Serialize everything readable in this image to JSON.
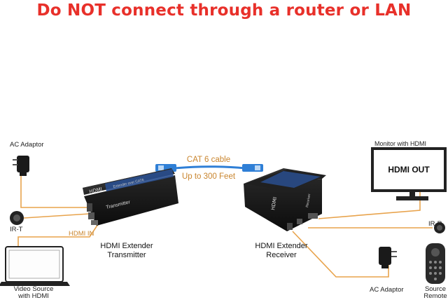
{
  "title": "Do NOT connect through a router or LAN",
  "labels": {
    "ac_adaptor_left": "AC  Adaptor",
    "ir_t": "IR-T",
    "hdmi_in": "HDMI IN",
    "video_source": "Video Source\nwith HDMI",
    "cat6_cable": "CAT 6 cable",
    "distance": "Up to 300 Feet",
    "transmitter": "HDMI Extender\nTransmitter",
    "receiver": "HDMI Extender\nReceiver",
    "monitor": "Monitor with HDMI",
    "hdmi_out": "HDMI OUT",
    "ir_r": "IR-R",
    "ac_adaptor_right": "AC  Adaptor",
    "source_remote": "Source\nRemote"
  },
  "device_text": {
    "hdmi_logo": "HDMI",
    "tx_subtitle": "Extender over CAT6",
    "tx_name": "Transmitter",
    "rx_name": "Receiver"
  },
  "colors": {
    "title": "#e8302a",
    "cable": "#e8a34c",
    "cat6_text": "#c9852e",
    "cat6_connector": "#2f7fd6",
    "device_body": "#1b1b1b",
    "device_accent": "#2a4f8f"
  },
  "icons": [
    "plug-adapter-icon",
    "ir-sensor-icon",
    "laptop-icon",
    "cat6-cable-icon",
    "monitor-icon",
    "remote-control-icon"
  ]
}
